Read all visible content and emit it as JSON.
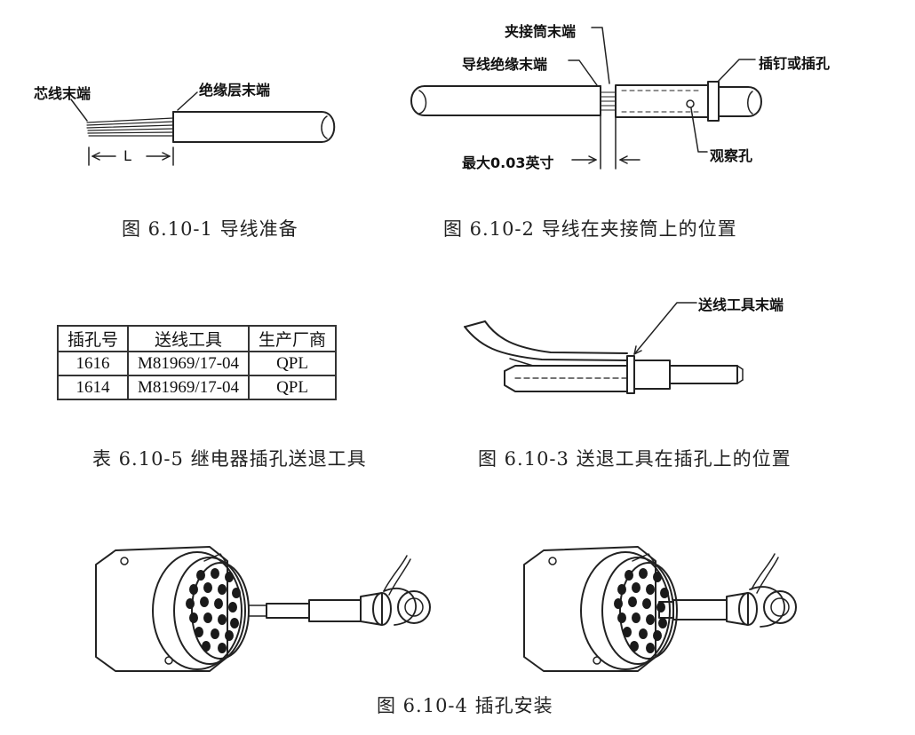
{
  "fig1": {
    "label_core_end": "芯线末端",
    "label_insulation_end": "绝缘层末端",
    "label_length": "L",
    "caption": "图 6.10-1 导线准备"
  },
  "fig2": {
    "label_barrel_end": "夹接筒末端",
    "label_insulation_end": "导线绝缘末端",
    "label_pin_socket": "插钉或插孔",
    "label_max_gap": "最大0.03英寸",
    "label_inspection_hole": "观察孔",
    "caption": "图 6.10-2 导线在夹接筒上的位置"
  },
  "table": {
    "headers": [
      "插孔号",
      "送线工具",
      "生产厂商"
    ],
    "rows": [
      [
        "1616",
        "M81969/17-04",
        "QPL"
      ],
      [
        "1614",
        "M81969/17-04",
        "QPL"
      ]
    ],
    "caption": "表 6.10-5 继电器插孔送退工具"
  },
  "fig3": {
    "label_tool_end": "送线工具末端",
    "caption": "图 6.10-3 送退工具在插孔上的位置"
  },
  "fig4": {
    "caption": "图 6.10-4 插孔安装"
  }
}
